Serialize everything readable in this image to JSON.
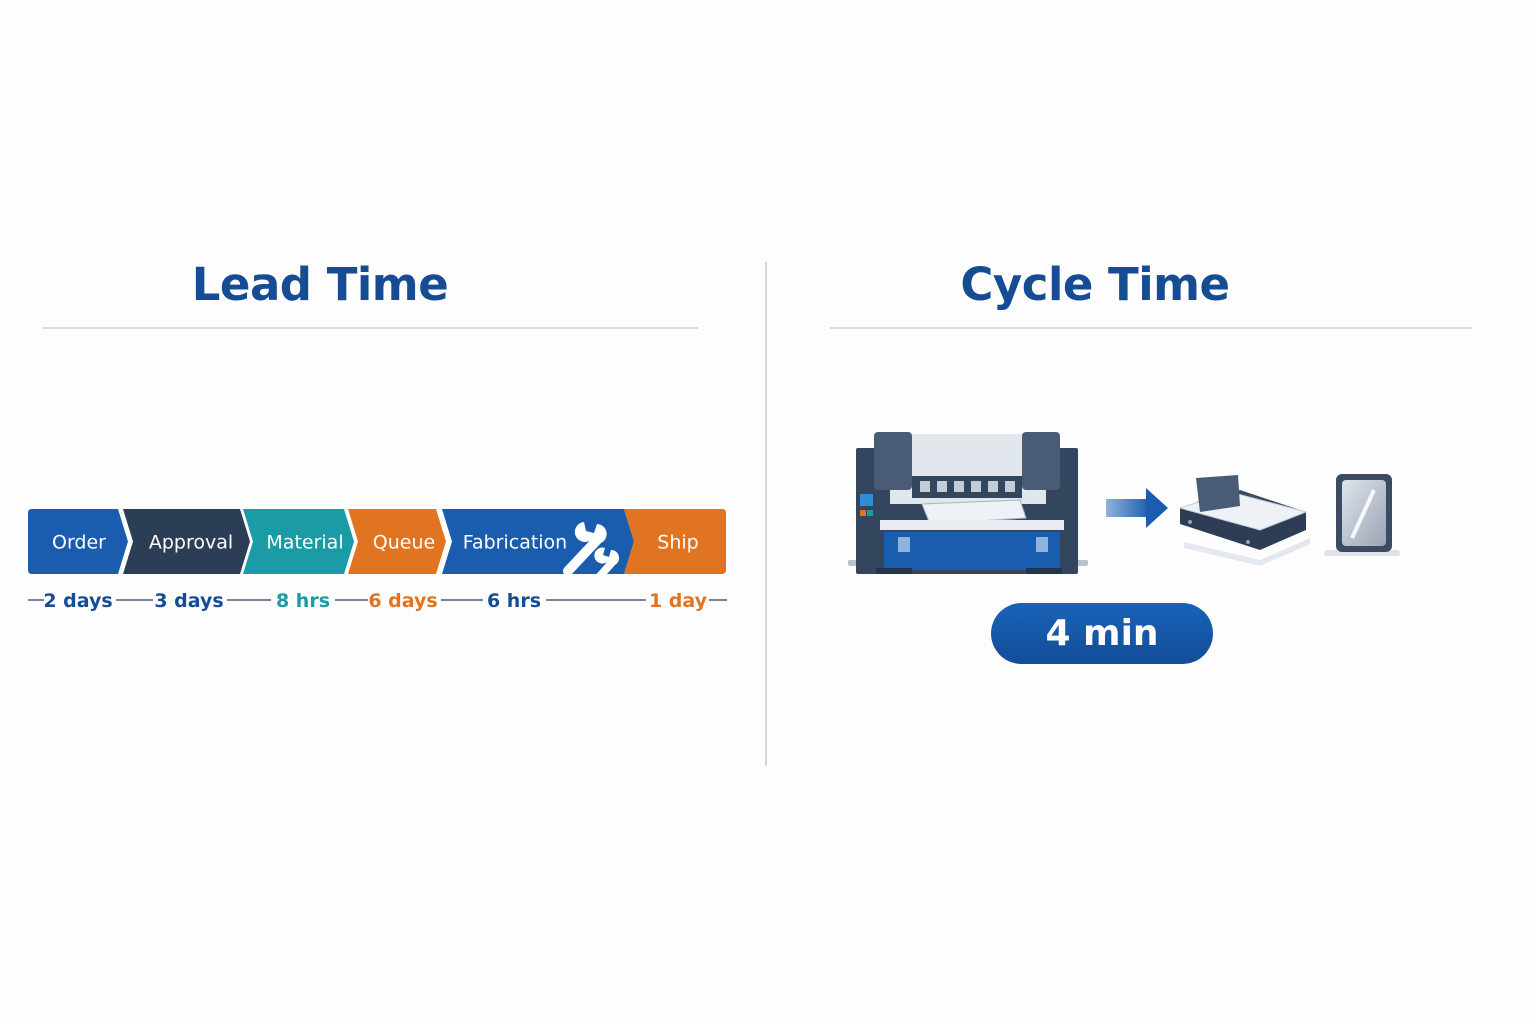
{
  "lead": {
    "title": "Lead Time",
    "steps": [
      {
        "label": "Order",
        "duration": "2 days",
        "color": "#1a5cad",
        "text_color": "#154c94"
      },
      {
        "label": "Approval",
        "duration": "3 days",
        "color": "#2c3e56",
        "text_color": "#154c94"
      },
      {
        "label": "Material",
        "duration": "8 hrs",
        "color": "#1a9ba6",
        "text_color": "#1a9ba6"
      },
      {
        "label": "Queue",
        "duration": "6 days",
        "color": "#e07420",
        "text_color": "#e07420"
      },
      {
        "label": "Fabrication",
        "duration": "6 hrs",
        "color": "#1a5cad",
        "text_color": "#154c94",
        "icon": "wrench-icon"
      },
      {
        "label": "Ship",
        "duration": "1 day",
        "color": "#e07420",
        "text_color": "#e07420"
      }
    ]
  },
  "cycle": {
    "title": "Cycle Time",
    "value": "4 min",
    "icons": [
      "press-brake-machine-icon",
      "arrow-right-icon",
      "sheet-tray-icon",
      "finished-panel-icon"
    ]
  },
  "colors": {
    "title": "#154c94",
    "blue": "#1a5cad",
    "navy": "#2c3e56",
    "teal": "#1a9ba6",
    "orange": "#e07420",
    "rule": "#d7dde8"
  }
}
